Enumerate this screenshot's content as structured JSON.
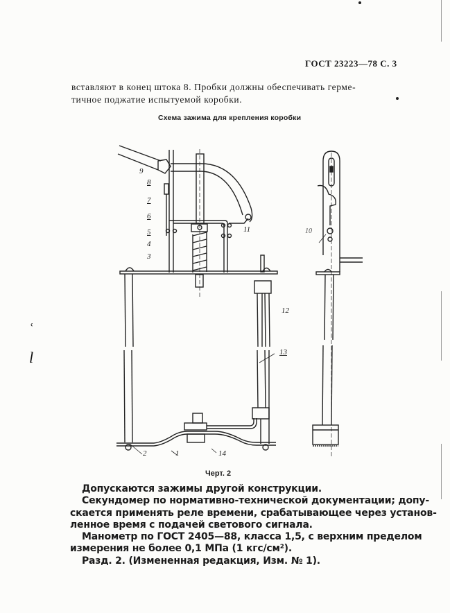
{
  "header": {
    "doc_ref": "ГОСТ 23223—78 С. 3"
  },
  "intro": {
    "lines": [
      "вставляют в конец штока 8. Пробки должны обеспечивать герме-",
      "тичное поджатие испытуемой коробки."
    ]
  },
  "figure": {
    "caption": "Схема зажима для крепления коробки",
    "label": "Черт. 2",
    "callouts": [
      "9",
      "8",
      "7",
      "6",
      "5",
      "4",
      "3",
      "11",
      "12",
      "13",
      "2",
      "1",
      "14",
      "10"
    ]
  },
  "body": {
    "lines": [
      "Допускаются зажимы другой конструкции.",
      "Секундомер по нормативно-технической документации; допу-",
      "скается применять реле времени, срабатывающее через установ-",
      "ленное время с подачей светового сигнала.",
      "Манометр по ГОСТ 2405—88, класса 1,5, с верхним пределом",
      "измерения не более 0,1 МПа (1 кгс/см²).",
      "Разд. 2. (Измененная редакция, Изм. № 1)."
    ]
  },
  "margin_marks": [
    "ʿ",
    "l"
  ]
}
